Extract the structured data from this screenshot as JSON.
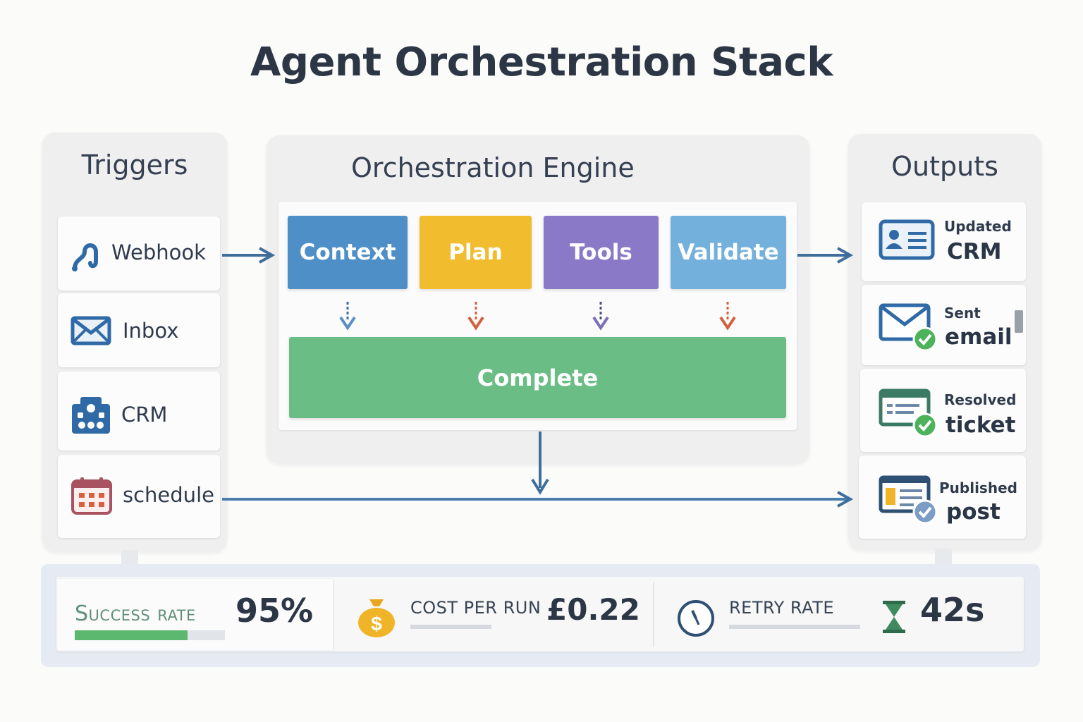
{
  "title": "Agent Orchestration Stack",
  "triggers": {
    "title": "Triggers",
    "items": [
      {
        "label": "Webhook",
        "icon": "webhook-icon"
      },
      {
        "label": "Inbox",
        "icon": "envelope-icon"
      },
      {
        "label": "CRM",
        "icon": "building-icon"
      },
      {
        "label": "schedule",
        "icon": "calendar-icon"
      }
    ]
  },
  "engine": {
    "title": "Orchestration Engine",
    "stages": [
      {
        "label": "Context",
        "color": "#4f8fc8"
      },
      {
        "label": "Plan",
        "color": "#f1bd2f"
      },
      {
        "label": "Tools",
        "color": "#8a79c6"
      },
      {
        "label": "Validate",
        "color": "#74b0dc"
      }
    ],
    "complete": {
      "label": "Complete",
      "color": "#6bbd86"
    }
  },
  "outputs": {
    "title": "Outputs",
    "items": [
      {
        "line1": "Updated",
        "line2": "CRM",
        "icon": "contact-card-icon"
      },
      {
        "line1": "Sent",
        "line2": "email",
        "icon": "email-sent-icon"
      },
      {
        "line1": "Resolved",
        "line2": "ticket",
        "icon": "ticket-resolved-icon"
      },
      {
        "line1": "Published",
        "line2": "post",
        "icon": "post-published-icon"
      }
    ]
  },
  "metrics": {
    "success": {
      "label": "Success rate",
      "value": "95%",
      "progress": 0.75
    },
    "cost": {
      "label": "COST PER RUN",
      "value": "£0.22",
      "icon": "money-bag-icon"
    },
    "retry": {
      "label": "RETRY RATE",
      "value": "42s",
      "icon": "clock-icon",
      "value_icon": "hourglass-icon"
    }
  },
  "colors": {
    "arrow": "#3f6e9c",
    "check_green": "#4cb35a",
    "check_blue": "#7b9cc4",
    "progress": "#5db86f"
  }
}
